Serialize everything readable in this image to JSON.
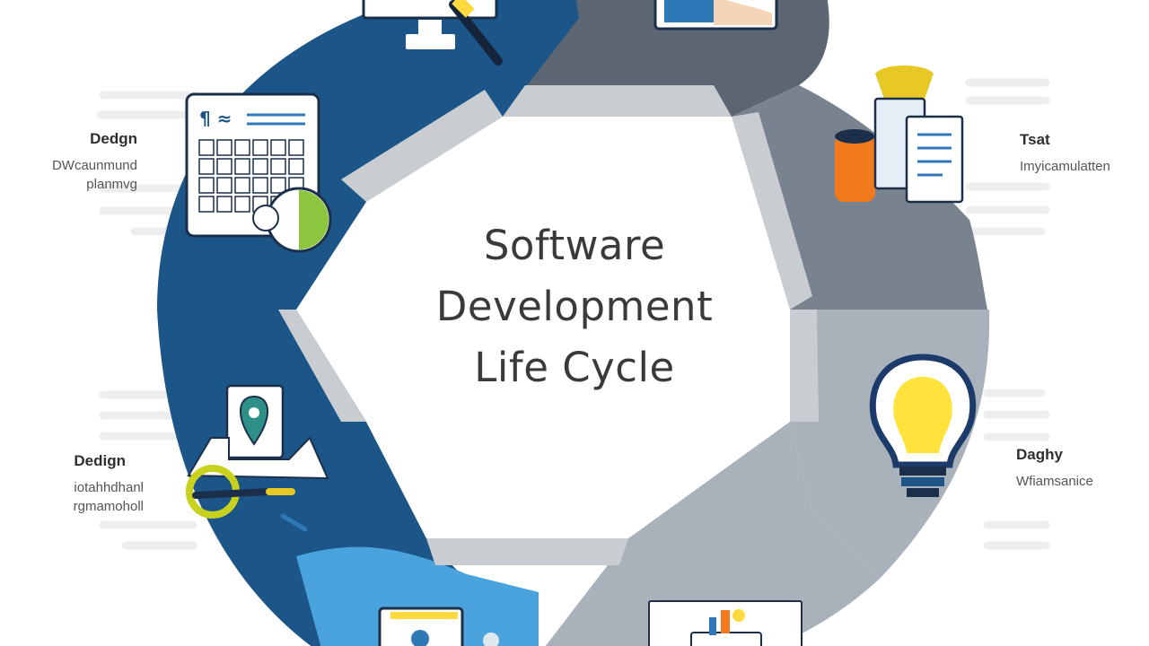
{
  "title_lines": [
    "Software",
    "Development",
    "Life Cycle"
  ],
  "stages": [
    {
      "id": "design-top-left",
      "title": "Dedgn",
      "subtitle_lines": [
        "DWcaunmund",
        "planmvg"
      ]
    },
    {
      "id": "test-top-right",
      "title": "Tsat",
      "subtitle_lines": [
        "Imyicamulatten"
      ]
    },
    {
      "id": "design-bottom-left",
      "title": "Dedign",
      "subtitle_lines": [
        "iotahhdhanl",
        "rgmamoholl"
      ]
    },
    {
      "id": "deploy-bottom-right",
      "title": "Daghy",
      "subtitle_lines": [
        "Wfiamsanice"
      ]
    }
  ],
  "colors": {
    "dark_blue": "#1c5587",
    "mid_blue": "#2e78b7",
    "light_blue": "#4aa3dc",
    "dark_gray": "#5c6673",
    "mid_gray": "#78838f",
    "light_gray": "#a9b1ba",
    "inner_fold": "#c9cdd2",
    "text_dark": "#3a3a3a",
    "accent_orange": "#f07a1c",
    "accent_yellow": "#ffd93d",
    "accent_green": "#8cc63f"
  },
  "icons": [
    "calendar-grid-icon",
    "monitor-tool-icon",
    "hand-card-icon",
    "database-documents-icon",
    "lightbulb-icon",
    "map-pin-tools-icon",
    "browser-window-icon",
    "tools-box-icon"
  ]
}
